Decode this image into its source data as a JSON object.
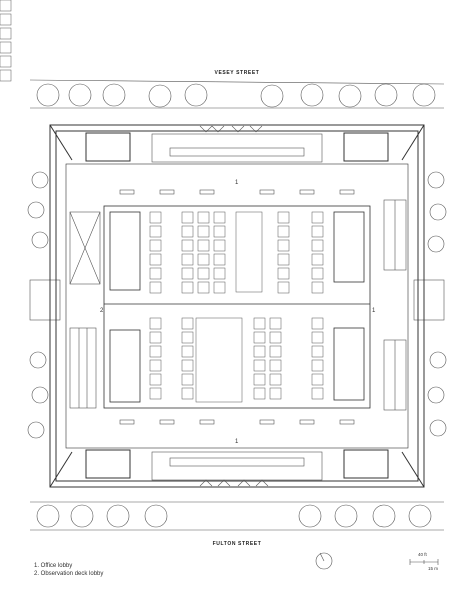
{
  "streets": {
    "north": "VESEY STREET",
    "south": "FULTON STREET"
  },
  "room_labels": {
    "office_lobby": "1",
    "observation_lobby": "2"
  },
  "legend": [
    "1. Office lobby",
    "2. Observation deck lobby"
  ],
  "scale": {
    "top": "40 ft",
    "bottom": "15 m"
  },
  "colors": {
    "line": "#444444",
    "fill": "#fafafa"
  }
}
